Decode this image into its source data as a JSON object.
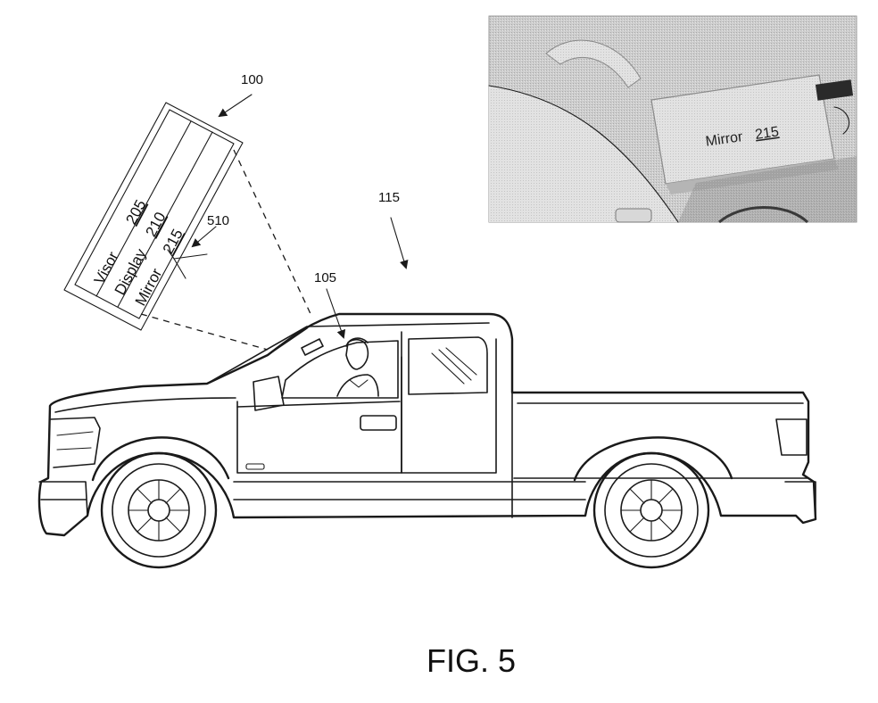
{
  "figure": {
    "caption": "FIG. 5"
  },
  "references": {
    "device": "100",
    "occupant": "105",
    "vehicle": "115",
    "view_arrow": "510"
  },
  "visor_panel": {
    "rows": [
      {
        "label": "Visor",
        "ref": "205"
      },
      {
        "label": "Display",
        "ref": "210"
      },
      {
        "label": "Mirror",
        "ref": "215"
      }
    ]
  },
  "photo_inset": {
    "label": "Mirror",
    "ref": "215"
  },
  "icons": [
    "sun-visor-panel",
    "pickup-truck",
    "occupant-figure",
    "reference-arrow",
    "visor-photo"
  ],
  "colors": {
    "ink": "#1a1a1a",
    "photo_background": "#c9c9c9",
    "paper": "#ffffff"
  }
}
